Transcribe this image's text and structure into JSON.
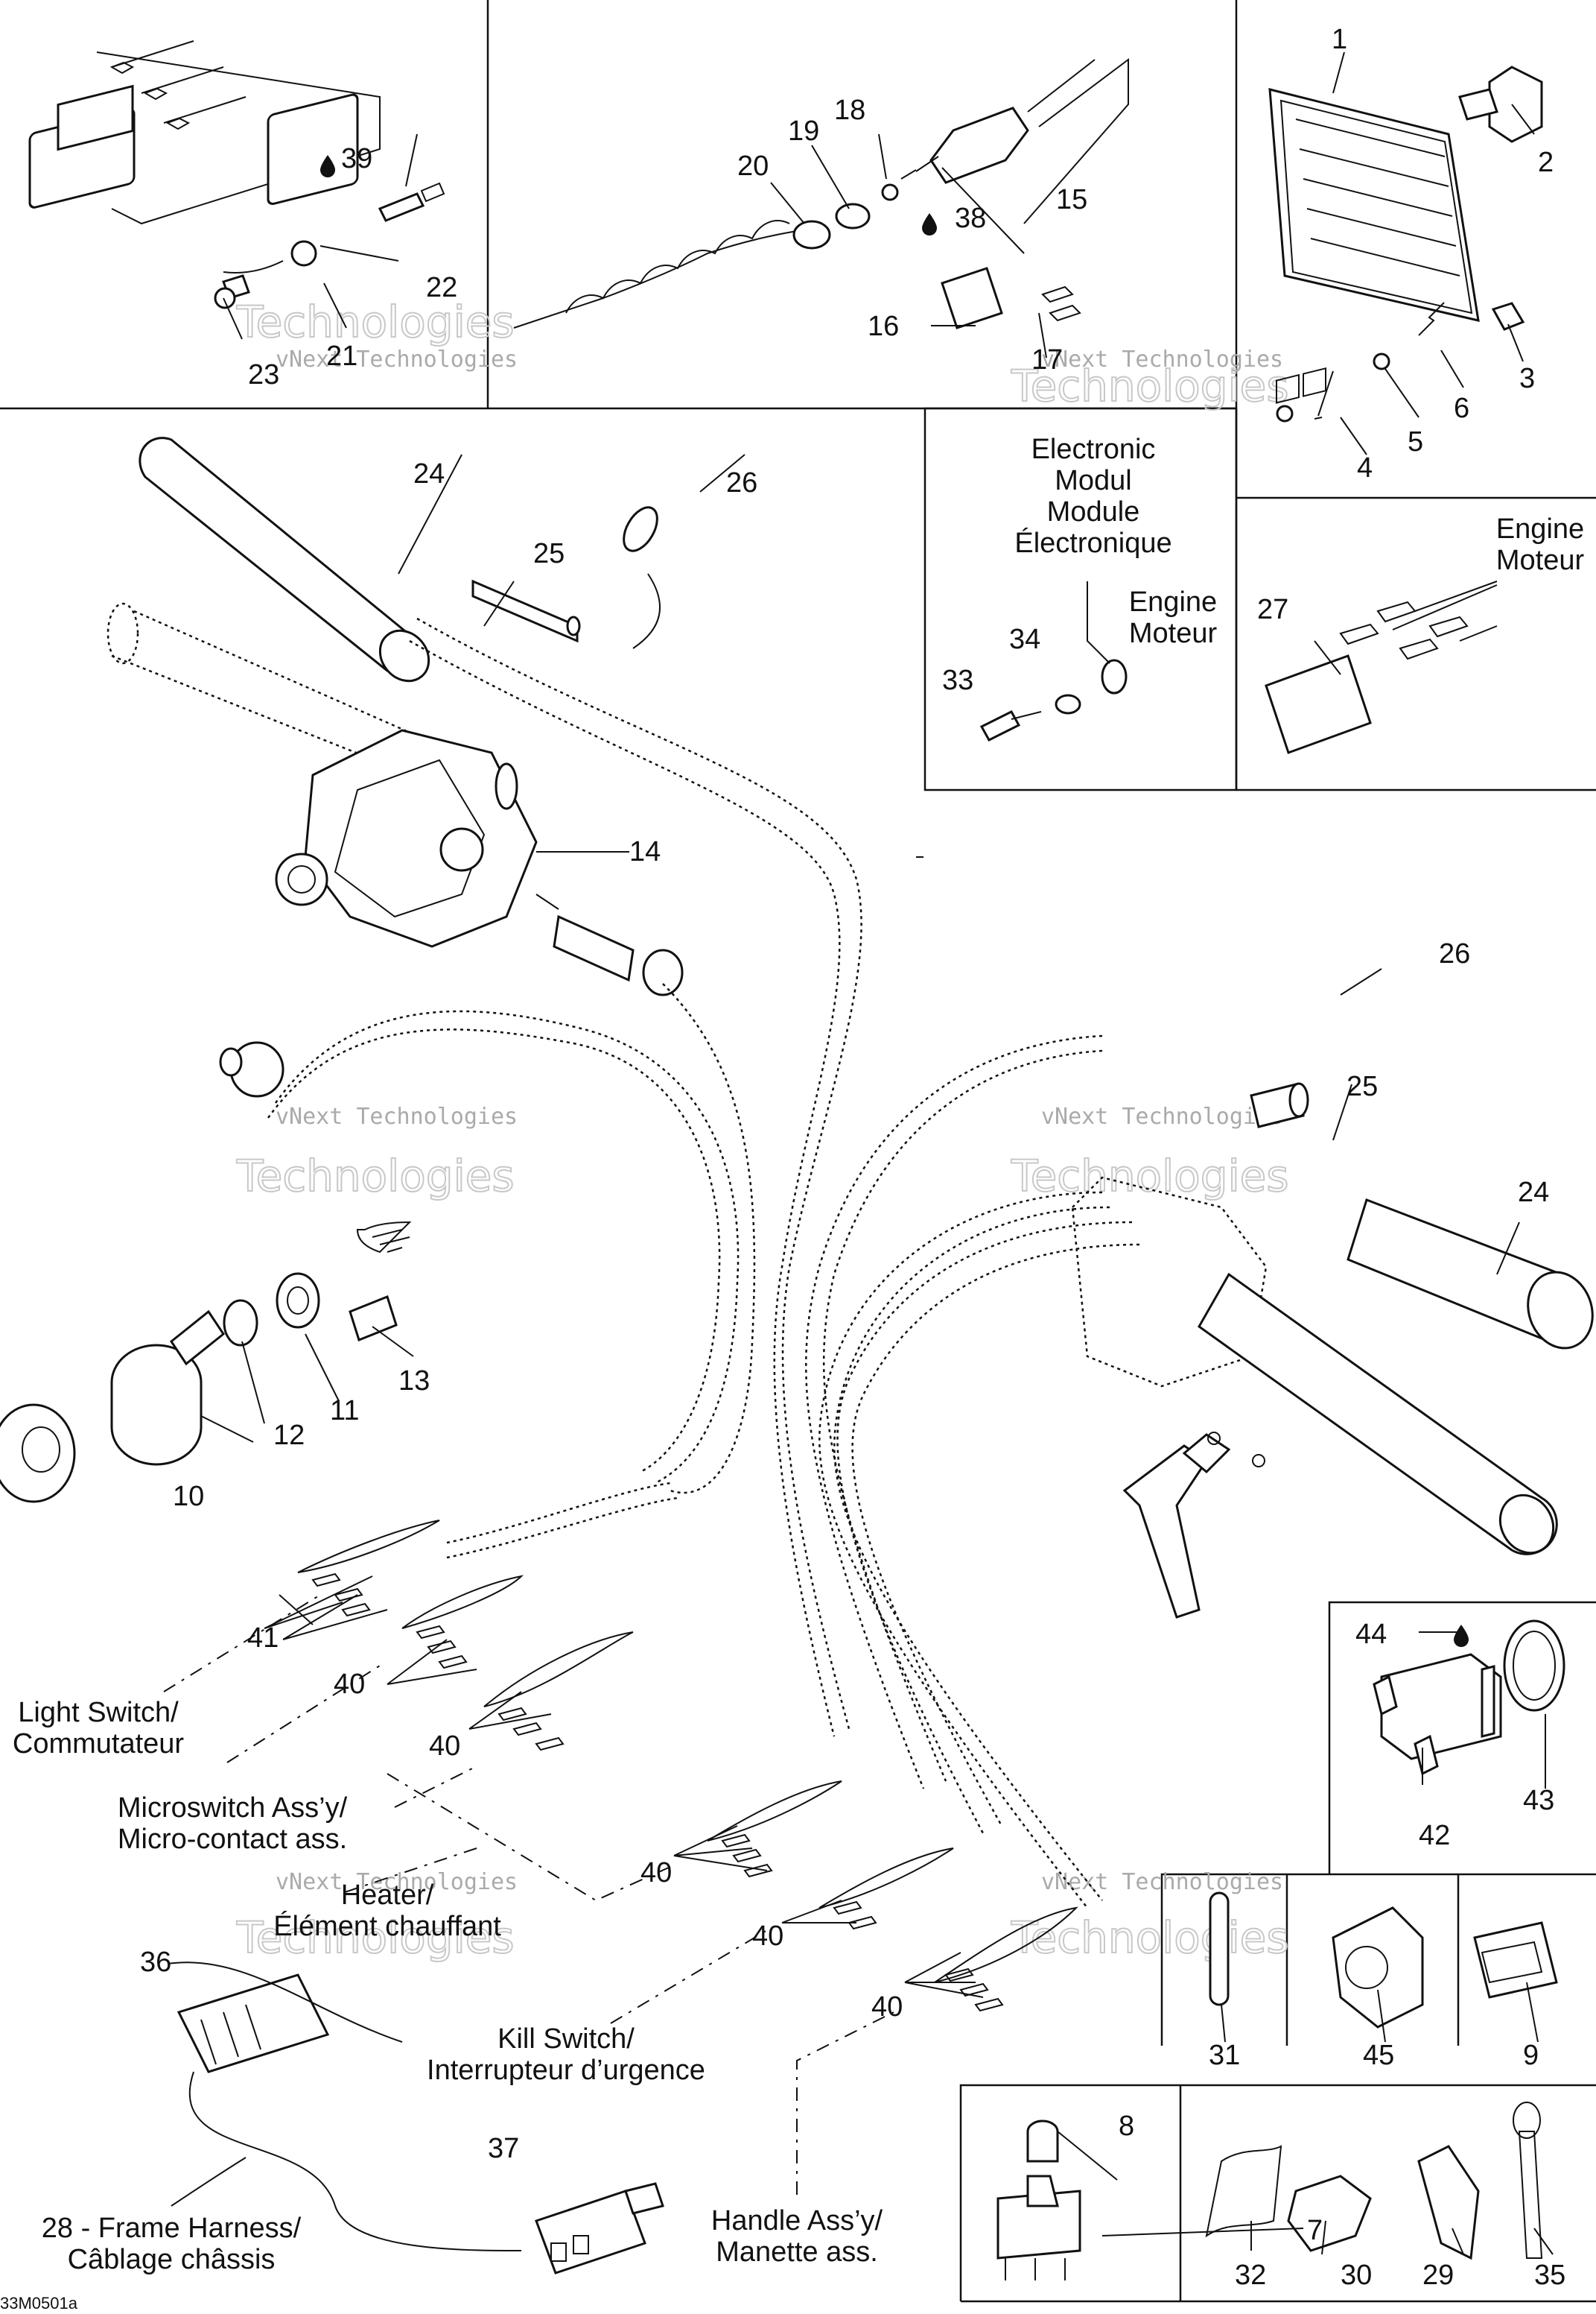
{
  "callouts": [
    {
      "id": "c1",
      "text": "1"
    },
    {
      "id": "c2",
      "text": "2"
    },
    {
      "id": "c3",
      "text": "3"
    },
    {
      "id": "c4",
      "text": "4"
    },
    {
      "id": "c5",
      "text": "5"
    },
    {
      "id": "c6",
      "text": "6"
    },
    {
      "id": "c7",
      "text": "7"
    },
    {
      "id": "c8",
      "text": "8"
    },
    {
      "id": "c9",
      "text": "9"
    },
    {
      "id": "c10",
      "text": "10"
    },
    {
      "id": "c11",
      "text": "11"
    },
    {
      "id": "c12",
      "text": "12"
    },
    {
      "id": "c13",
      "text": "13"
    },
    {
      "id": "c14",
      "text": "14"
    },
    {
      "id": "c15",
      "text": "15"
    },
    {
      "id": "c16",
      "text": "16"
    },
    {
      "id": "c17",
      "text": "17"
    },
    {
      "id": "c18",
      "text": "18"
    },
    {
      "id": "c19",
      "text": "19"
    },
    {
      "id": "c20",
      "text": "20"
    },
    {
      "id": "c21",
      "text": "21"
    },
    {
      "id": "c22",
      "text": "22"
    },
    {
      "id": "c23",
      "text": "23"
    },
    {
      "id": "c24a",
      "text": "24"
    },
    {
      "id": "c24b",
      "text": "24"
    },
    {
      "id": "c25a",
      "text": "25"
    },
    {
      "id": "c25b",
      "text": "25"
    },
    {
      "id": "c26a",
      "text": "26"
    },
    {
      "id": "c26b",
      "text": "26"
    },
    {
      "id": "c27",
      "text": "27"
    },
    {
      "id": "c29",
      "text": "29"
    },
    {
      "id": "c30",
      "text": "30"
    },
    {
      "id": "c31",
      "text": "31"
    },
    {
      "id": "c32",
      "text": "32"
    },
    {
      "id": "c33",
      "text": "33"
    },
    {
      "id": "c34",
      "text": "34"
    },
    {
      "id": "c35",
      "text": "35"
    },
    {
      "id": "c36",
      "text": "36"
    },
    {
      "id": "c37",
      "text": "37"
    },
    {
      "id": "c38",
      "text": "38"
    },
    {
      "id": "c39",
      "text": "39"
    },
    {
      "id": "c40a",
      "text": "40"
    },
    {
      "id": "c40b",
      "text": "40"
    },
    {
      "id": "c40c",
      "text": "40"
    },
    {
      "id": "c40d",
      "text": "40"
    },
    {
      "id": "c40e",
      "text": "40"
    },
    {
      "id": "c41",
      "text": "41"
    },
    {
      "id": "c42",
      "text": "42"
    },
    {
      "id": "c43",
      "text": "43"
    },
    {
      "id": "c44",
      "text": "44"
    },
    {
      "id": "c45",
      "text": "45"
    }
  ],
  "labels": {
    "electronic_module": [
      "Electronic",
      "Modul",
      "Module",
      "Électronique"
    ],
    "engine_1": [
      "Engine",
      "Moteur"
    ],
    "engine_2": [
      "Engine",
      "Moteur"
    ],
    "light_switch": [
      "Light Switch/",
      "Commutateur"
    ],
    "microswitch": [
      "Microswitch Ass’y/",
      "Micro-contact ass."
    ],
    "heater": [
      "Heater/",
      "Élément chauffant"
    ],
    "kill_switch": [
      "Kill Switch/",
      "Interrupteur d’urgence"
    ],
    "handle": [
      "Handle Ass’y/",
      "Manette ass."
    ],
    "frame_harness": [
      "28 - Frame Harness/",
      "Câblage châssis"
    ]
  },
  "drawing_code": "33M0501a",
  "watermark": {
    "line1": "vNext Technologies",
    "line2": "Technologies"
  },
  "colors": {
    "ink": "#111111",
    "watermark": "#c8c8c8",
    "background": "#ffffff"
  }
}
